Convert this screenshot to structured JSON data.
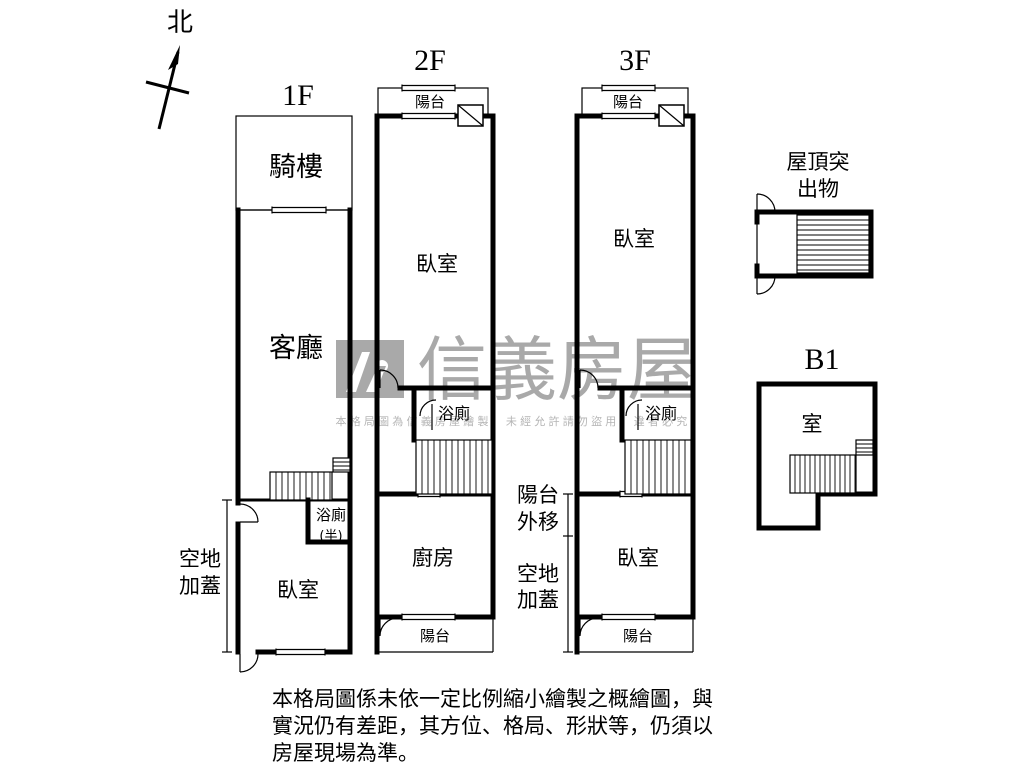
{
  "compass": {
    "north": "北"
  },
  "floors": {
    "f1": {
      "label": "1F",
      "arcade": "騎樓",
      "living": "客廳",
      "bath": "浴廁",
      "bath_note": "(半)",
      "bedroom": "臥室"
    },
    "f2": {
      "label": "2F",
      "balcony_top": "陽台",
      "bedroom": "臥室",
      "bath": "浴廁",
      "kitchen": "廚房",
      "balcony_bottom": "陽台"
    },
    "f3": {
      "label": "3F",
      "balcony_top": "陽台",
      "bedroom_top": "臥室",
      "bath": "浴廁",
      "bedroom_bottom": "臥室",
      "balcony_bottom": "陽台"
    },
    "roof": {
      "line1": "屋頂突",
      "line2": "出物"
    },
    "b1": {
      "label": "B1",
      "room": "室"
    }
  },
  "annotations": {
    "f1_side": [
      "空地",
      "加蓋"
    ],
    "balcony_moved": [
      "陽台",
      "外移"
    ],
    "f23_side": [
      "空地",
      "加蓋"
    ]
  },
  "watermark": {
    "brand": "信義房屋",
    "notice": "本格局圖為信義房屋繪製，未經允許請勿盜用，違者必究"
  },
  "note": {
    "lines": [
      "本格局圖係未依一定比例縮小繪製之概繪圖，與",
      "實況仍有差距，其方位、格局、形狀等，仍須以",
      "房屋現場為準。"
    ]
  }
}
